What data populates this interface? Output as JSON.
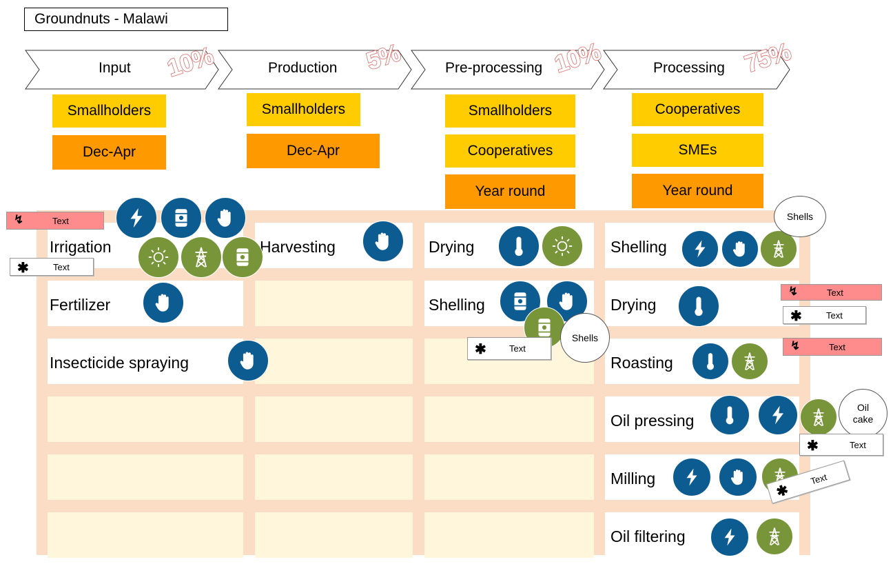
{
  "title": "Groundnuts - Malawi",
  "stages": [
    {
      "label": "Input",
      "percent": "10%"
    },
    {
      "label": "Production",
      "percent": "5%"
    },
    {
      "label": "Pre-processing",
      "percent": "10%"
    },
    {
      "label": "Processing",
      "percent": "75%"
    }
  ],
  "actors": {
    "input": [
      "Smallholders"
    ],
    "production": [
      "Smallholders"
    ],
    "preprocessing": [
      "Smallholders",
      "Cooperatives"
    ],
    "processing": [
      "Cooperatives",
      "SMEs"
    ]
  },
  "seasons": {
    "input": "Dec-Apr",
    "production": "Dec-Apr",
    "preprocessing": "Year round",
    "processing": "Year round"
  },
  "activities": {
    "input": [
      "Irrigation",
      "Fertilizer",
      "Insecticide spraying"
    ],
    "production": [
      "Harvesting"
    ],
    "preprocessing": [
      "Drying",
      "Shelling"
    ],
    "processing": [
      "Shelling",
      "Drying",
      "Roasting",
      "Oil pressing",
      "Milling",
      "Oil filtering"
    ]
  },
  "notes": {
    "text": "Text",
    "shells_1": "Shells",
    "shells_2": "Shells",
    "oil_cake": "Oil cake"
  },
  "icon_names": [
    "electricity-icon",
    "fuel-barrel-icon",
    "manual-labour-icon",
    "solar-icon",
    "power-grid-icon",
    "thermal-icon"
  ],
  "colors": {
    "actor": "#ffcc00",
    "season": "#ff9900",
    "panel": "#fbdcc4",
    "cell": "#fff6db",
    "icon_blue": "#0d5c91",
    "icon_green": "#78953a",
    "percent": "#e36c6c",
    "note_pink": "#ff8c8c"
  }
}
